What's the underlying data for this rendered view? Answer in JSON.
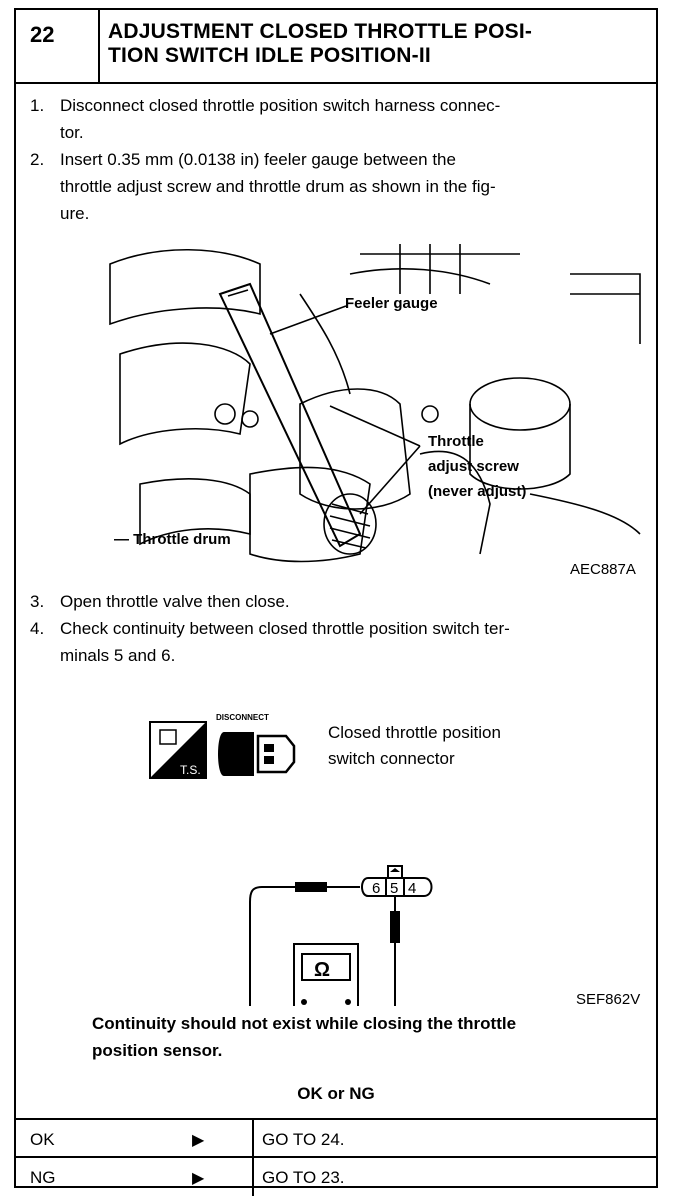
{
  "header": {
    "number": "22",
    "title_line1": "ADJUSTMENT CLOSED THROTTLE POSI-",
    "title_line2": "TION SWITCH IDLE POSITION-II"
  },
  "steps": [
    {
      "num": "1.",
      "line1": "Disconnect closed throttle position switch harness connec-",
      "line2": "tor."
    },
    {
      "num": "2.",
      "line1": "Insert 0.35 mm (0.0138 in) feeler gauge between the",
      "line2": "throttle adjust screw and throttle drum as shown in the fig-",
      "line3": "ure."
    },
    {
      "num": "3.",
      "line1": "Open throttle valve then close."
    },
    {
      "num": "4.",
      "line1": "Check continuity between closed throttle position switch ter-",
      "line2": "minals 5 and 6."
    }
  ],
  "figure1": {
    "label_feeler": "Feeler gauge",
    "label_screw1": "Throttle",
    "label_screw2": "adjust screw",
    "label_screw3": "(never adjust)",
    "label_drum": "— Throttle drum",
    "code": "AEC887A"
  },
  "figure2": {
    "ts_label": "T.S.",
    "disconnect_label": "DISCONNECT",
    "connector_line1": "Closed throttle position",
    "connector_line2": "switch connector",
    "pin_6": "6",
    "pin_5": "5",
    "pin_4": "4",
    "ohm": "Ω",
    "code": "SEF862V"
  },
  "note_line1": "Continuity should not exist while closing the throttle",
  "note_line2": "position sensor.",
  "result_heading": "OK or NG",
  "results": [
    {
      "label": "OK",
      "arrow": "▶",
      "action": "GO TO 24."
    },
    {
      "label": "NG",
      "arrow": "▶",
      "action": "GO TO 23."
    }
  ]
}
